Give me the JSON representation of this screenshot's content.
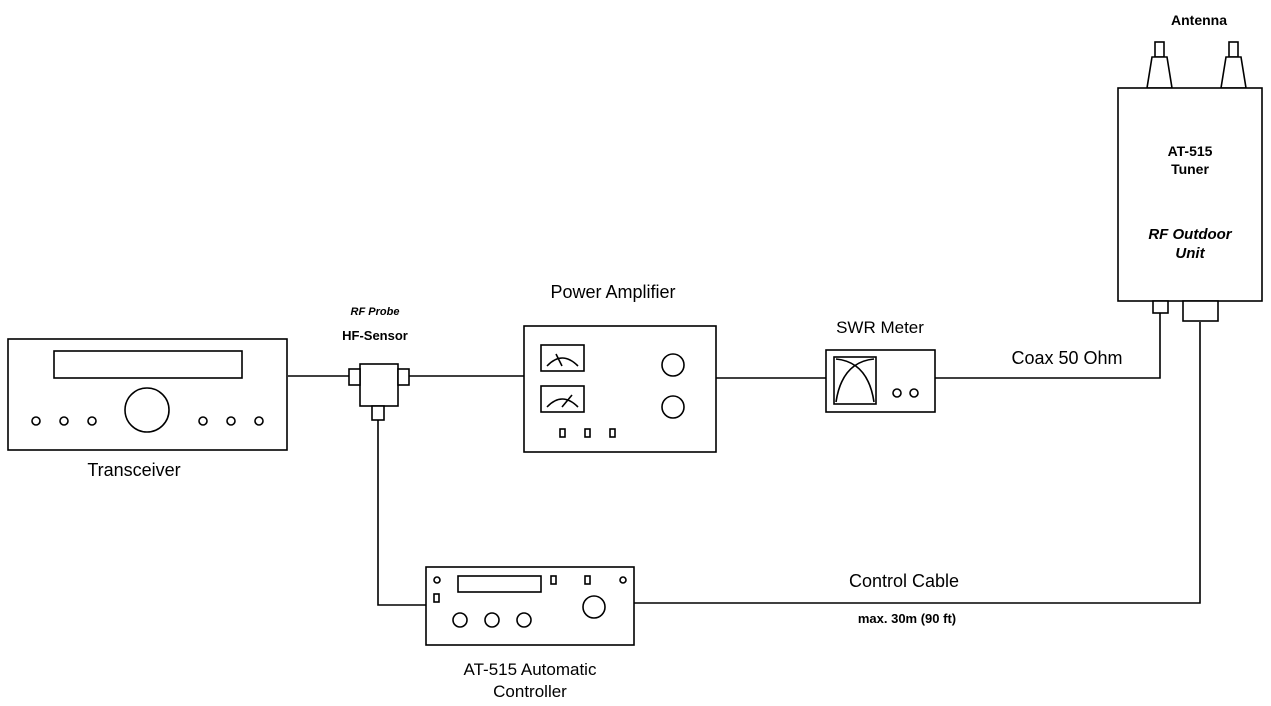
{
  "labels": {
    "transceiver": "Transceiver",
    "rf_probe": "RF Probe",
    "hf_sensor": "HF-Sensor",
    "power_amplifier": "Power Amplifier",
    "swr_meter": "SWR Meter",
    "coax": "Coax 50 Ohm",
    "antenna": "Antenna",
    "tuner_line1": "AT-515",
    "tuner_line2": "Tuner",
    "outdoor_line1": "RF Outdoor",
    "outdoor_line2": "Unit",
    "control_cable": "Control Cable",
    "max_length": "max. 30m (90 ft)",
    "controller_line1": "AT-515 Automatic",
    "controller_line2": "Controller"
  }
}
